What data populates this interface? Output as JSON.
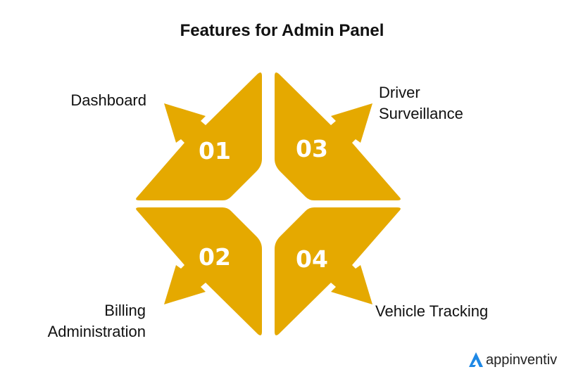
{
  "title": "Features for Admin Panel",
  "accent_color": "#E5A900",
  "features": [
    {
      "number": "01",
      "label_lines": [
        "Dashboard"
      ]
    },
    {
      "number": "02",
      "label_lines": [
        "Billing",
        "Administration"
      ]
    },
    {
      "number": "03",
      "label_lines": [
        "Driver",
        "Surveillance"
      ]
    },
    {
      "number": "04",
      "label_lines": [
        "Vehicle Tracking"
      ]
    }
  ],
  "logo": {
    "text": "appinventiv",
    "icon": "appinventiv-a-icon",
    "color": "#1E88E5"
  }
}
